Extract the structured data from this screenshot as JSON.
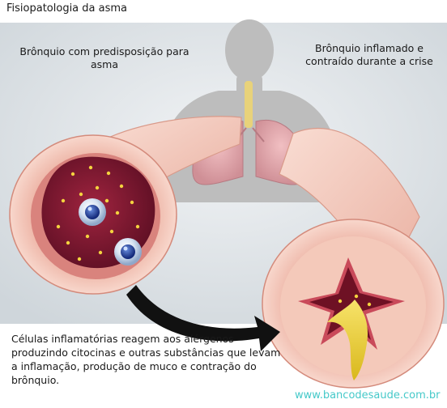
{
  "title": "Fisiopatologia da asma",
  "labels": {
    "left": "Brônquio com predisposição para asma",
    "right": "Brônquio inflamado e contraído durante a crise"
  },
  "caption": "Células inflamatórias reagem aos alérgenos produzindo citocinas e outras substâncias que levam a inflamação, produção de muco e contração do brônquio.",
  "watermark": "www.bancodesaude.com.br",
  "colors": {
    "background": "#ffffff",
    "band": "#dfe4e8",
    "silhouette": "#bcbcbc",
    "bronchus_wall": "#f2c4b6",
    "lumen": "#7a1830",
    "mucus": "#e9cf2a",
    "watermark": "#45c9c9"
  }
}
